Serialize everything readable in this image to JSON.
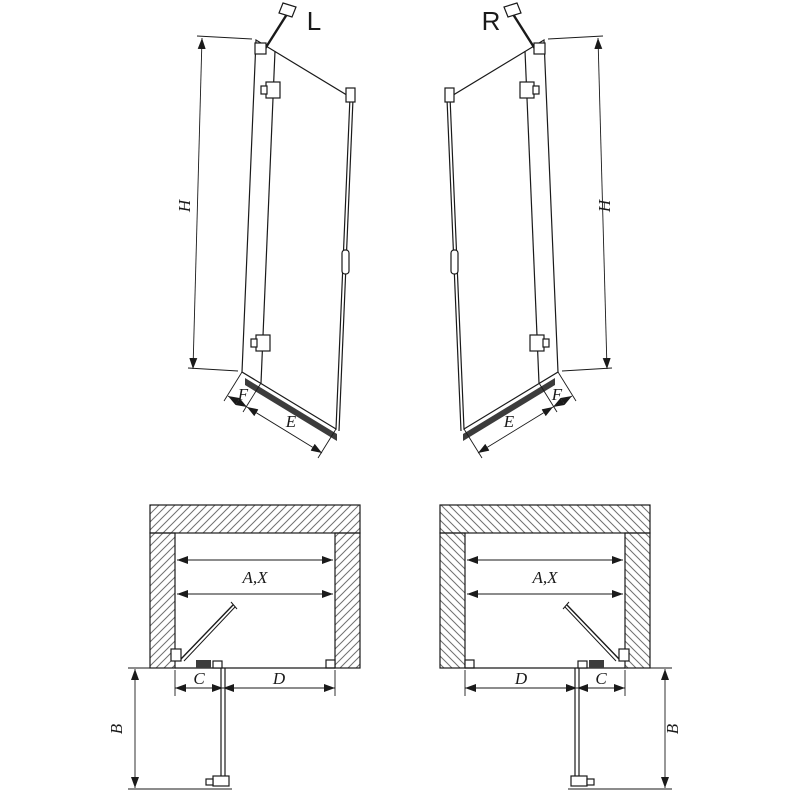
{
  "diagram": {
    "title_hint": "shower-door-technical-drawing",
    "front_left": {
      "variant": "L",
      "dims": {
        "height": "H",
        "fixed_panel_width": "F",
        "door_width": "E"
      }
    },
    "front_right": {
      "variant": "R",
      "dims": {
        "height": "H",
        "fixed_panel_width": "F",
        "door_width": "E"
      }
    },
    "plan_left": {
      "dims": {
        "opening_width": "A,X",
        "fixed_section": "C",
        "door_section": "D",
        "side_panel_depth": "B"
      }
    },
    "plan_right": {
      "dims": {
        "opening_width": "A,X",
        "fixed_section": "C",
        "door_section": "D",
        "side_panel_depth": "B"
      }
    },
    "colors": {
      "line": "#1a1a1a",
      "hatch": "#707070",
      "fill_dark": "#3c3c3c",
      "background": "#ffffff"
    }
  }
}
